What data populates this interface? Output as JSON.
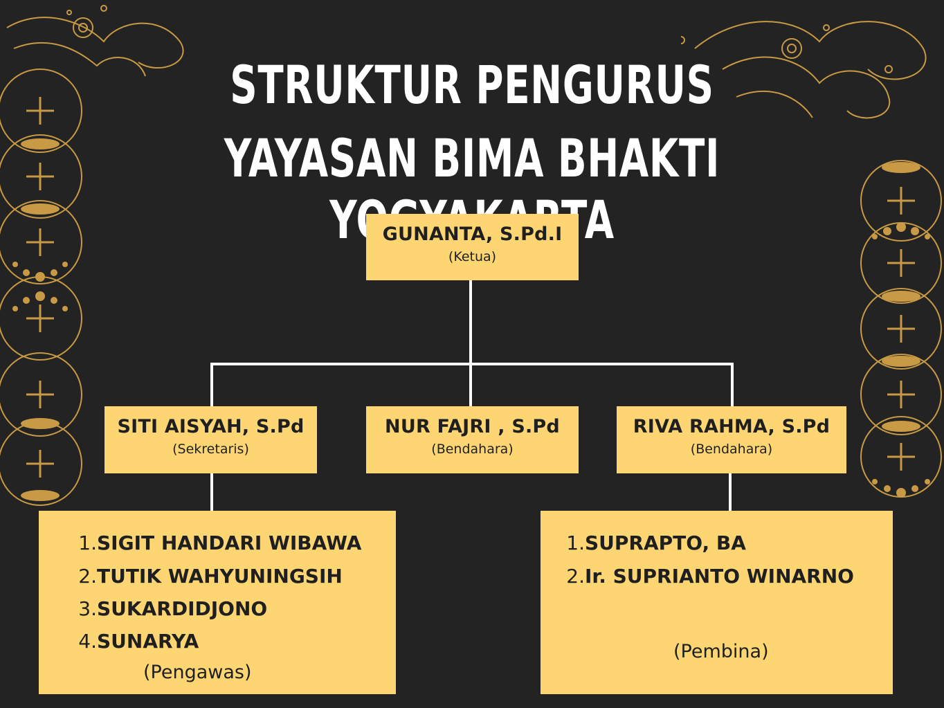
{
  "title": {
    "line1": "STRUKTUR PENGURUS",
    "line2": "YAYASAN BIMA BHAKTI YOGYAKARTA"
  },
  "top": {
    "name": "GUNANTA, S.Pd.I",
    "role": "(Ketua)"
  },
  "middle": [
    {
      "name": "SITI AISYAH, S.Pd",
      "role": "(Sekretaris)"
    },
    {
      "name": "NUR FAJRI , S.Pd",
      "role": "(Bendahara)"
    },
    {
      "name": "RIVA RAHMA, S.Pd",
      "role": "(Bendahara)"
    }
  ],
  "pengawas": {
    "members": [
      {
        "num": "1.",
        "name": "SIGIT HANDARI WIBAWA"
      },
      {
        "num": "2.",
        "name": "TUTIK WAHYUNINGSIH"
      },
      {
        "num": "3.",
        "name": "SUKARDIDJONO"
      },
      {
        "num": "4.",
        "name": "SUNARYA"
      }
    ],
    "role": "(Pengawas)"
  },
  "pembina": {
    "members": [
      {
        "num": "1.",
        "name": "SUPRAPTO, BA"
      },
      {
        "num": "2.",
        "name": "Ir. SUPRIANTO WINARNO"
      }
    ],
    "role": "(Pembina)"
  },
  "colors": {
    "background": "#232323",
    "box": "#fdd673",
    "ornament": "#c99a45",
    "line": "#ffffff"
  },
  "ornaments": [
    "cloud-ornament",
    "circle-cross-ornament"
  ]
}
